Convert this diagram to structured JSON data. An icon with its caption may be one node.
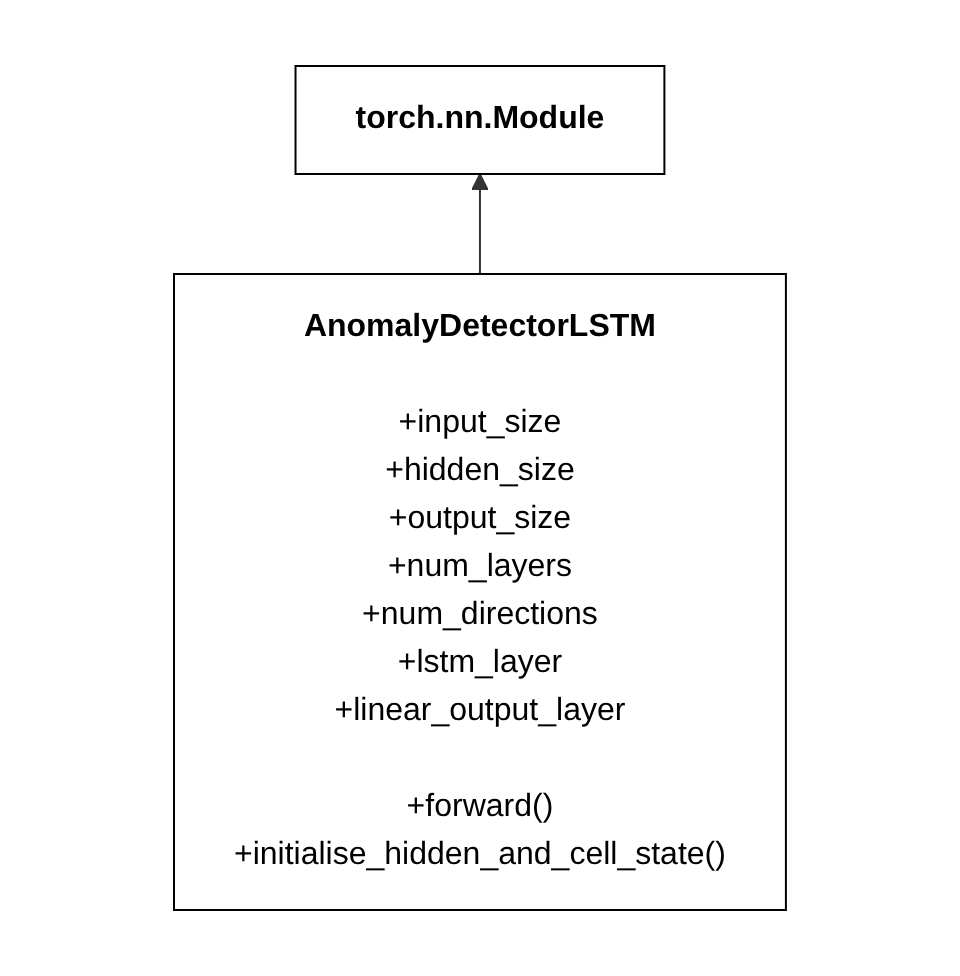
{
  "diagram": {
    "nodes": [
      {
        "text": [
          "torch.nn.Module"
        ]
      },
      {
        "text": [
          "AnomalyDetectorLSTM",
          "+input_size +hidden_size +output_size +num_layers +num_directions +lstm_layer +linear_output_layer",
          "+forward() +initialise_hidden_and_cell_state()"
        ]
      }
    ],
    "edges": [
      {
        "from": 1,
        "to": 0,
        "arrow": "to"
      }
    ]
  }
}
